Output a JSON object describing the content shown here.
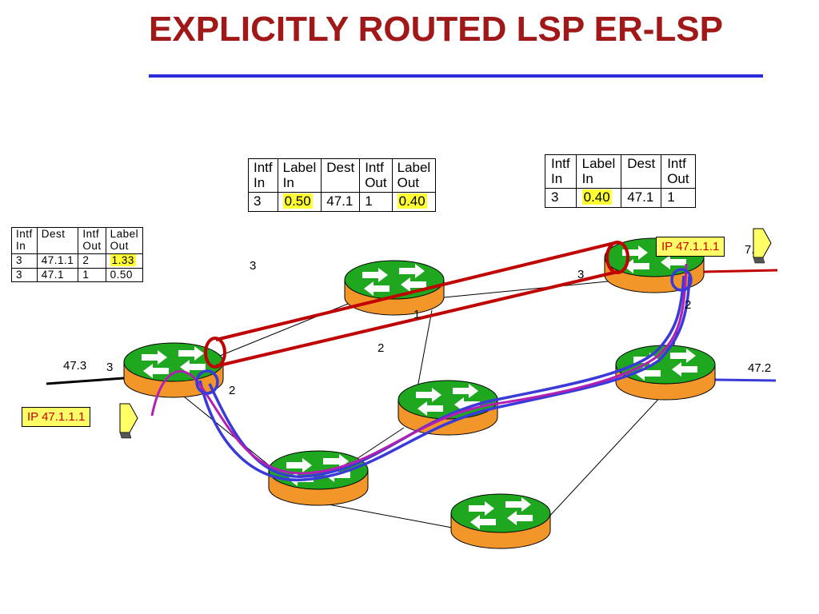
{
  "title": "EXPLICITLY ROUTED LSP ER-LSP",
  "table_left": {
    "headers": [
      [
        "Intf",
        "In"
      ],
      [
        "Dest"
      ],
      [
        "Intf",
        "Out"
      ],
      [
        "Label",
        "Out"
      ]
    ],
    "rows": [
      [
        "3",
        "47.1.1",
        "2",
        "1.33"
      ],
      [
        "3",
        "47.1",
        "1",
        "0.50"
      ]
    ]
  },
  "table_mid": {
    "headers": [
      [
        "Intf",
        "In"
      ],
      [
        "Label",
        "In"
      ],
      [
        "Dest"
      ],
      [
        "Intf",
        "Out"
      ],
      [
        "Label",
        "Out"
      ]
    ],
    "rows": [
      [
        "3",
        "0.50",
        "47.1",
        "1",
        "0.40"
      ]
    ]
  },
  "table_right": {
    "headers": [
      [
        "Intf",
        "In"
      ],
      [
        "Label",
        "In"
      ],
      [
        "Dest"
      ],
      [
        "Intf",
        "Out"
      ]
    ],
    "rows": [
      [
        "3",
        "0.40",
        "47.1",
        "1"
      ]
    ]
  },
  "labels": {
    "mid_if3": "3",
    "mid_if1": "1",
    "mid_if2": "2",
    "right_if3": "3",
    "right_if2": "2",
    "left_if3": "3",
    "left_if2": "2",
    "net_47_3": "47.3",
    "net_47_2": "47.2",
    "net_47_1_partial": "7."
  },
  "packets": {
    "ingress": "IP 47.1.1.1",
    "egress": "IP 47.1.1.1"
  },
  "colors": {
    "title": "#a01818",
    "rule": "#2b2bd9",
    "tunnel": "#c00000",
    "path_blue": "#3a3ad8",
    "path_magenta": "#b21fb2",
    "router_top": "#1fa81f",
    "router_body": "#f2962a",
    "highlight": "#ffff33"
  }
}
